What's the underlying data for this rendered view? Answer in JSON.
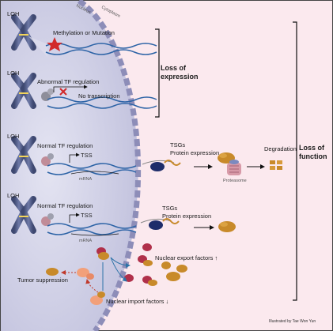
{
  "regions": {
    "nucleus": "Nucleus",
    "cytoplasm": "Cytoplasm"
  },
  "rows": [
    {
      "loh": "LOH",
      "regulation": "Methylation or Mutation"
    },
    {
      "loh": "LOH",
      "regulation": "Abnormal TF regulation",
      "outcome": "No transcription"
    },
    {
      "loh": "LOH",
      "regulation": "Normal TF regulation",
      "tss": "TSS",
      "mrna": "mRNA"
    },
    {
      "loh": "LOH",
      "regulation": "Normal TF regulation",
      "tss": "TSS",
      "mrna": "mRNA"
    }
  ],
  "expression": {
    "row3_tsgs": "TSGs",
    "row3_protein": "Protein expression",
    "row4_tsgs": "TSGs",
    "row4_protein": "Protein expression",
    "proteasome": "Proteasome",
    "degradation": "Degradation"
  },
  "brackets": {
    "loss_of_expression_line1": "Loss of",
    "loss_of_expression_line2": "expression",
    "loss_of_function_line1": "Loss of",
    "loss_of_function_line2": "function"
  },
  "transport": {
    "export_factors": "Nuclear export factors ↑",
    "import_factors": "Nuclear import factors ↓",
    "tumor_suppression": "Tumor suppression"
  },
  "credit": "Illustrated by Tae Won Yun",
  "colors": {
    "nucleus_fill": "#c9c9e2",
    "cytoplasm_fill": "#fbe9ee",
    "chromosome": "#4f5a86",
    "dna_blue": "#2c63a6",
    "protein_brown": "#c88a2a",
    "export_red": "#b0304a",
    "inhibit_red": "#d12a2a"
  }
}
